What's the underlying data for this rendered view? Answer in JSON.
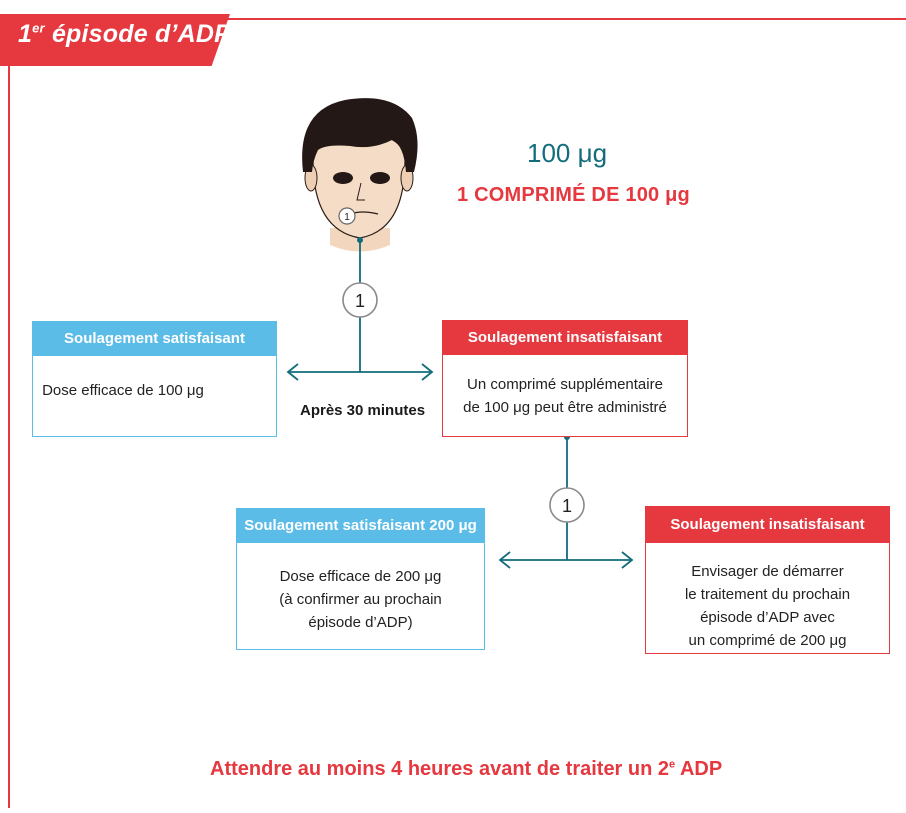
{
  "title": {
    "main": "1",
    "sup": "er",
    "rest": " épisode d’ADP"
  },
  "dose": {
    "main": "100 μg",
    "sub": "1 COMPRIMÉ DE 100 μg"
  },
  "face": {
    "pill_label": "1"
  },
  "pill_markers": [
    "1",
    "1",
    "1"
  ],
  "after_label": "Après 30 minutes",
  "boxes": {
    "satisfied_1": {
      "header": "Soulagement satisfaisant",
      "body": "Dose efficace de 100 μg"
    },
    "unsatisfied_1": {
      "header": "Soulagement insatisfaisant",
      "line1": "Un comprimé supplémentaire",
      "line2": "de 100 μg peut être administré"
    },
    "satisfied_2": {
      "header": "Soulagement satisfaisant 200 μg",
      "line1": "Dose efficace de 200 μg",
      "line2": "(à confirmer au prochain",
      "line3": "épisode d’ADP)"
    },
    "unsatisfied_2": {
      "header": "Soulagement insatisfaisant",
      "line1": "Envisager de démarrer",
      "line2": "le traitement du prochain",
      "line3": "épisode d’ADP avec",
      "line4": "un comprimé de 200 μg"
    }
  },
  "footer": {
    "before": "Attendre au moins 4 heures avant de traiter un 2",
    "sup": "e",
    "after": " ADP"
  },
  "colors": {
    "red": "#e5383f",
    "blue": "#5bbce8",
    "teal": "#136c7c"
  },
  "icons": [
    "face-icon",
    "pill-icon",
    "double-arrow-icon"
  ]
}
